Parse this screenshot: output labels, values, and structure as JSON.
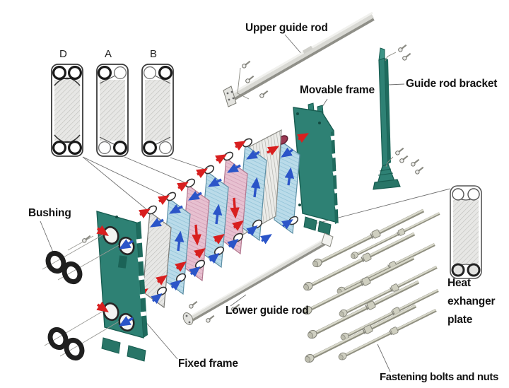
{
  "diagram": {
    "plate_type_labels": {
      "d": "D",
      "a": "A",
      "b": "B"
    },
    "part_labels": {
      "upper_guide_rod": "Upper guide rod",
      "movable_frame": "Movable frame",
      "guide_rod_bracket": "Guide rod bracket",
      "bushing": "Bushing",
      "fixed_frame": "Fixed frame",
      "lower_guide_rod": "Lower guide rod",
      "fastening_bolts_and_nuts": "Fastening bolts and nuts",
      "heat_exchanger_plate": {
        "line1": "Heat",
        "line2": "exhanger",
        "line3": "plate"
      }
    },
    "colors": {
      "frame_teal": "#2e8174",
      "frame_teal_dark": "#175c50",
      "frame_teal_light": "#3d9486",
      "plate_blue": "#badbe9",
      "plate_pink": "#e7c0d0",
      "arrow_red": "#d81f1f",
      "arrow_blue": "#2b55c8",
      "metal_light": "#e2e2de",
      "metal_dark": "#9a9a96",
      "bolt_tan": "#c9c9b8",
      "bushing_black": "#1f1f1f",
      "label_text": "#121212"
    }
  }
}
